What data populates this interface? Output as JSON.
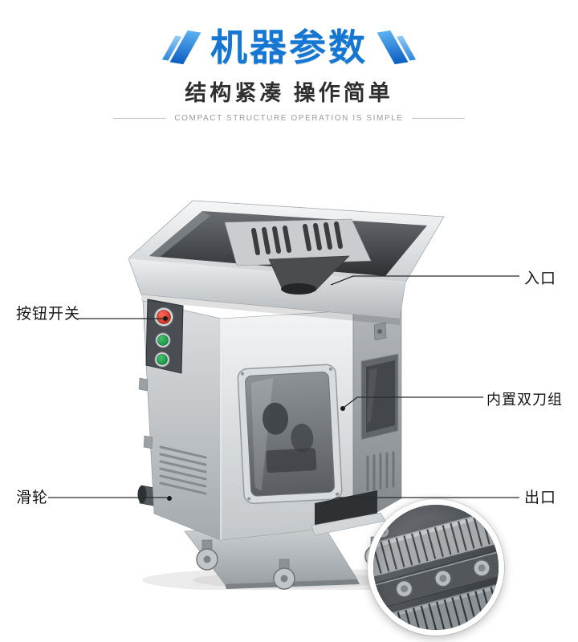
{
  "header": {
    "title": "机器参数",
    "subtitle": "结构紧凑 操作简单",
    "subtitle_en": "COMPACT STRUCTURE OPERATION IS SIMPLE"
  },
  "machine": {
    "callouts": [
      {
        "id": "inlet",
        "label": "入口"
      },
      {
        "id": "button-switch",
        "label": "按钮开关"
      },
      {
        "id": "double-blade-set",
        "label": "内置双刀组"
      },
      {
        "id": "caster",
        "label": "滑轮"
      },
      {
        "id": "outlet",
        "label": "出口"
      }
    ]
  },
  "colors": {
    "accent_blue": "#1677d2",
    "subtitle_dark": "#2f2f2f",
    "caption_gray": "#9b9b9b",
    "leader_line": "#2a2a2a"
  }
}
